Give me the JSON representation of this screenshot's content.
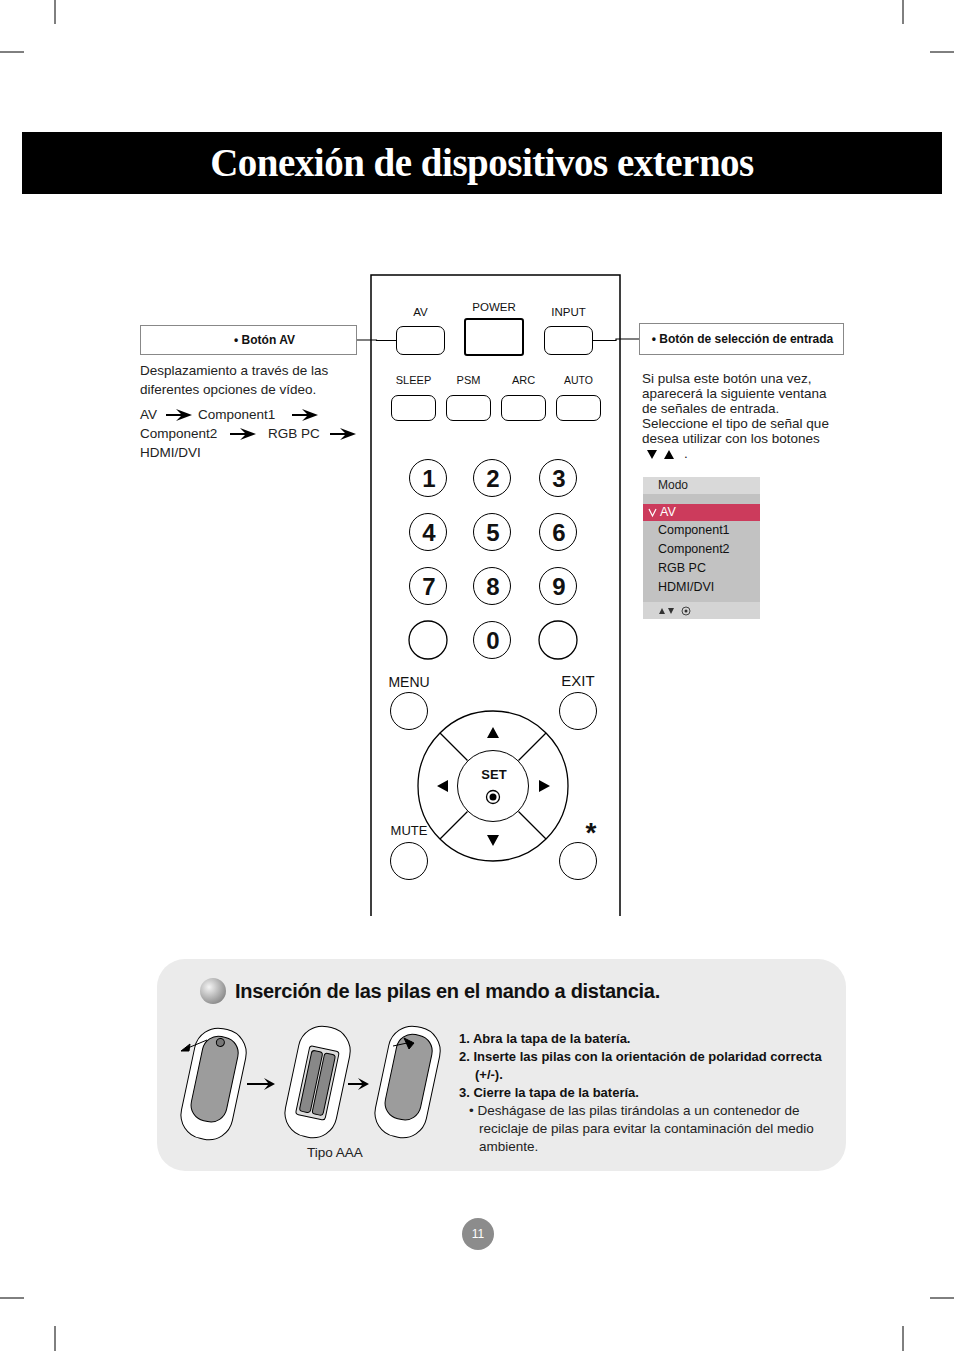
{
  "diagram": {
    "title": "Conexión de dispositivos externos",
    "nodes": [
      {
        "text": [
          "• Botón AV"
        ]
      },
      {
        "text": [
          "AV"
        ]
      },
      {
        "text": [
          "POWER"
        ]
      },
      {
        "text": [
          "INPUT"
        ]
      },
      {
        "text": [
          "• Botón de selección de entrada"
        ]
      },
      {
        "text": [
          "SLEEP"
        ]
      },
      {
        "text": [
          "PSM"
        ]
      },
      {
        "text": [
          "ARC"
        ]
      },
      {
        "text": [
          "AUTO"
        ]
      },
      {
        "text": [
          "1"
        ]
      },
      {
        "text": [
          "2"
        ]
      },
      {
        "text": [
          "3"
        ]
      },
      {
        "text": [
          "4"
        ]
      },
      {
        "text": [
          "5"
        ]
      },
      {
        "text": [
          "6"
        ]
      },
      {
        "text": [
          "7"
        ]
      },
      {
        "text": [
          "8"
        ]
      },
      {
        "text": [
          "9"
        ]
      },
      {
        "text": [
          "0"
        ]
      },
      {
        "text": [
          "MENU"
        ]
      },
      {
        "text": [
          "EXIT"
        ]
      },
      {
        "text": [
          "SET"
        ]
      },
      {
        "text": [
          "MUTE"
        ]
      },
      {
        "text": [
          "*"
        ]
      },
      {
        "text": [
          "Modo",
          "Component1",
          "Component2",
          "RGB PC",
          "HDMI/DVI"
        ]
      },
      {
        "text": [
          "AV"
        ],
        "in": 24
      },
      {
        "text": [
          "Inserción de las pilas en el mando a distancia.",
          "1. Abra la tapa de la batería.",
          "2. Inserte las pilas con la orientación de polaridad correcta (+/-).",
          "3. Cierre la tapa de la batería.",
          "• Deshágase de las pilas tirándolas a un contenedor de reciclaje de pilas para evitar la contaminación del medio ambiente."
        ]
      },
      {
        "text": [
          "11"
        ]
      }
    ],
    "edges": [
      {
        "from": 0,
        "to": 1,
        "arrow": "none"
      },
      {
        "from": 3,
        "to": 4,
        "arrow": "none"
      }
    ],
    "labels": [
      "Desplazamiento a través de las diferentes opciones de vídeo.",
      "AV",
      "Component1",
      "Component2",
      "RGB PC",
      "HDMI/DVI",
      "Si pulsa este botón una vez, aparecerá la siguiente ventana de señales de entrada. Seleccione el tipo de señal que desea utilizar con los botones",
      ".",
      "Tipo AAA"
    ]
  }
}
